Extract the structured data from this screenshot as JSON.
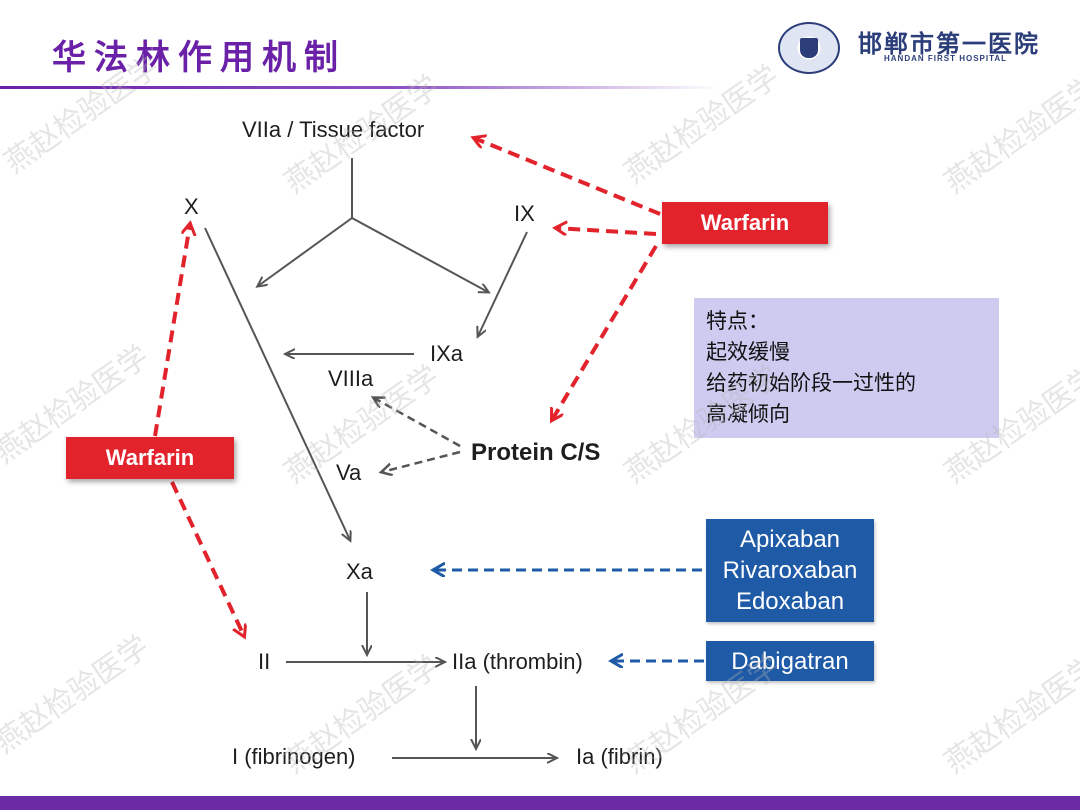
{
  "slide": {
    "title": "华法林作用机制"
  },
  "hospital": {
    "name_cn": "邯郸市第一医院",
    "name_en": "HANDAN FIRST HOSPITAL"
  },
  "diagram": {
    "nodes": {
      "viia_tf": "VIIa / Tissue factor",
      "x": "X",
      "ix": "IX",
      "ixa": "IXa",
      "viiia": "VIIIa",
      "va": "Va",
      "protein_cs": "Protein C/S",
      "xa": "Xa",
      "ii": "II",
      "iia": "IIa (thrombin)",
      "i": "I (fibrinogen)",
      "ia": "Ia (fibrin)"
    },
    "warfarin_right": "Warfarin",
    "warfarin_left": "Warfarin",
    "xa_inhibitors": [
      "Apixaban",
      "Rivaroxaban",
      "Edoxaban"
    ],
    "thrombin_inhibitor": "Dabigatran",
    "colors": {
      "warfarin_red": "#e3232c",
      "inhibitor_blue": "#1f5aa6",
      "note_bg": "#cdcbf0",
      "title_purple": "#6a21a8"
    }
  },
  "note": {
    "heading": "特点：",
    "lines": [
      "起效缓慢",
      "给药初始阶段一过性的",
      "高凝倾向"
    ]
  },
  "watermark_text": "燕赵检验医学"
}
